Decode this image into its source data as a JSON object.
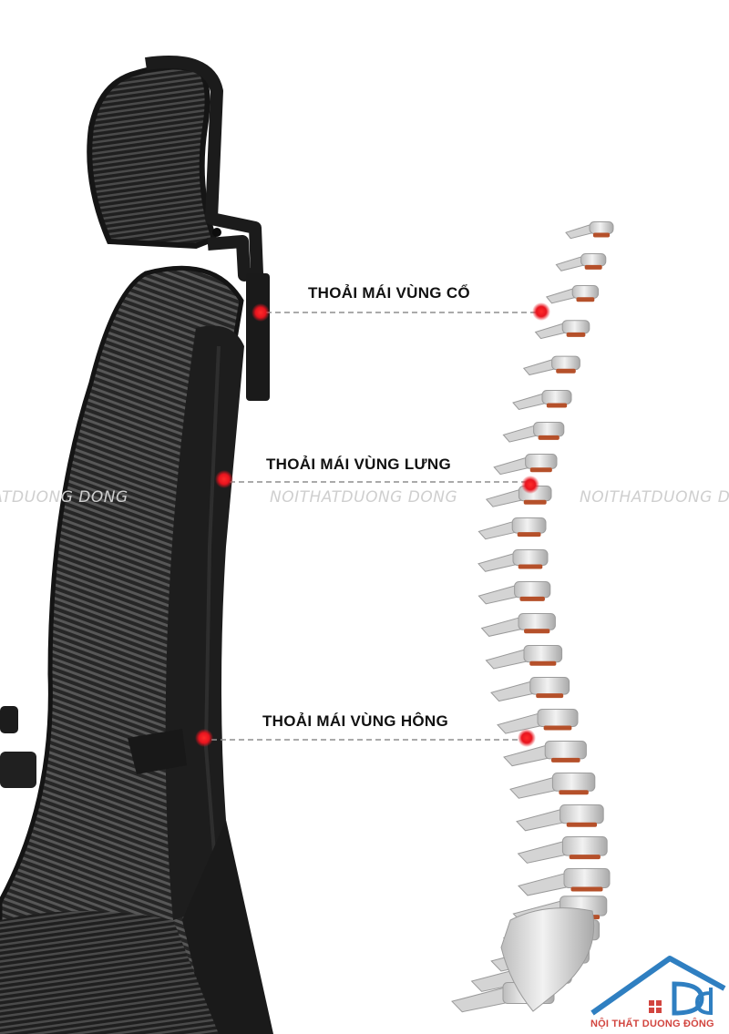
{
  "callouts": {
    "neck": "THOẢI MÁI VÙNG CỔ",
    "back": "THOẢI MÁI VÙNG LƯNG",
    "hip": "THOẢI MÁI VÙNG HÔNG"
  },
  "watermarks": {
    "left": "HATDUONG DONG",
    "center": "NOITHATDUONG DONG",
    "right": "NOITHATDUONG D"
  },
  "brand": {
    "text": "NỘI THẤT DUONG ĐÔNG",
    "colors": {
      "red": "#d2453f",
      "blue": "#2f7fc1"
    }
  },
  "colors": {
    "callout_dot": "#e8141e",
    "chair_frame": "#1b1b1b",
    "chair_mesh": "#3a3a3a",
    "spine_bone": "#e7e7e7",
    "spine_disc": "#b5502a"
  }
}
